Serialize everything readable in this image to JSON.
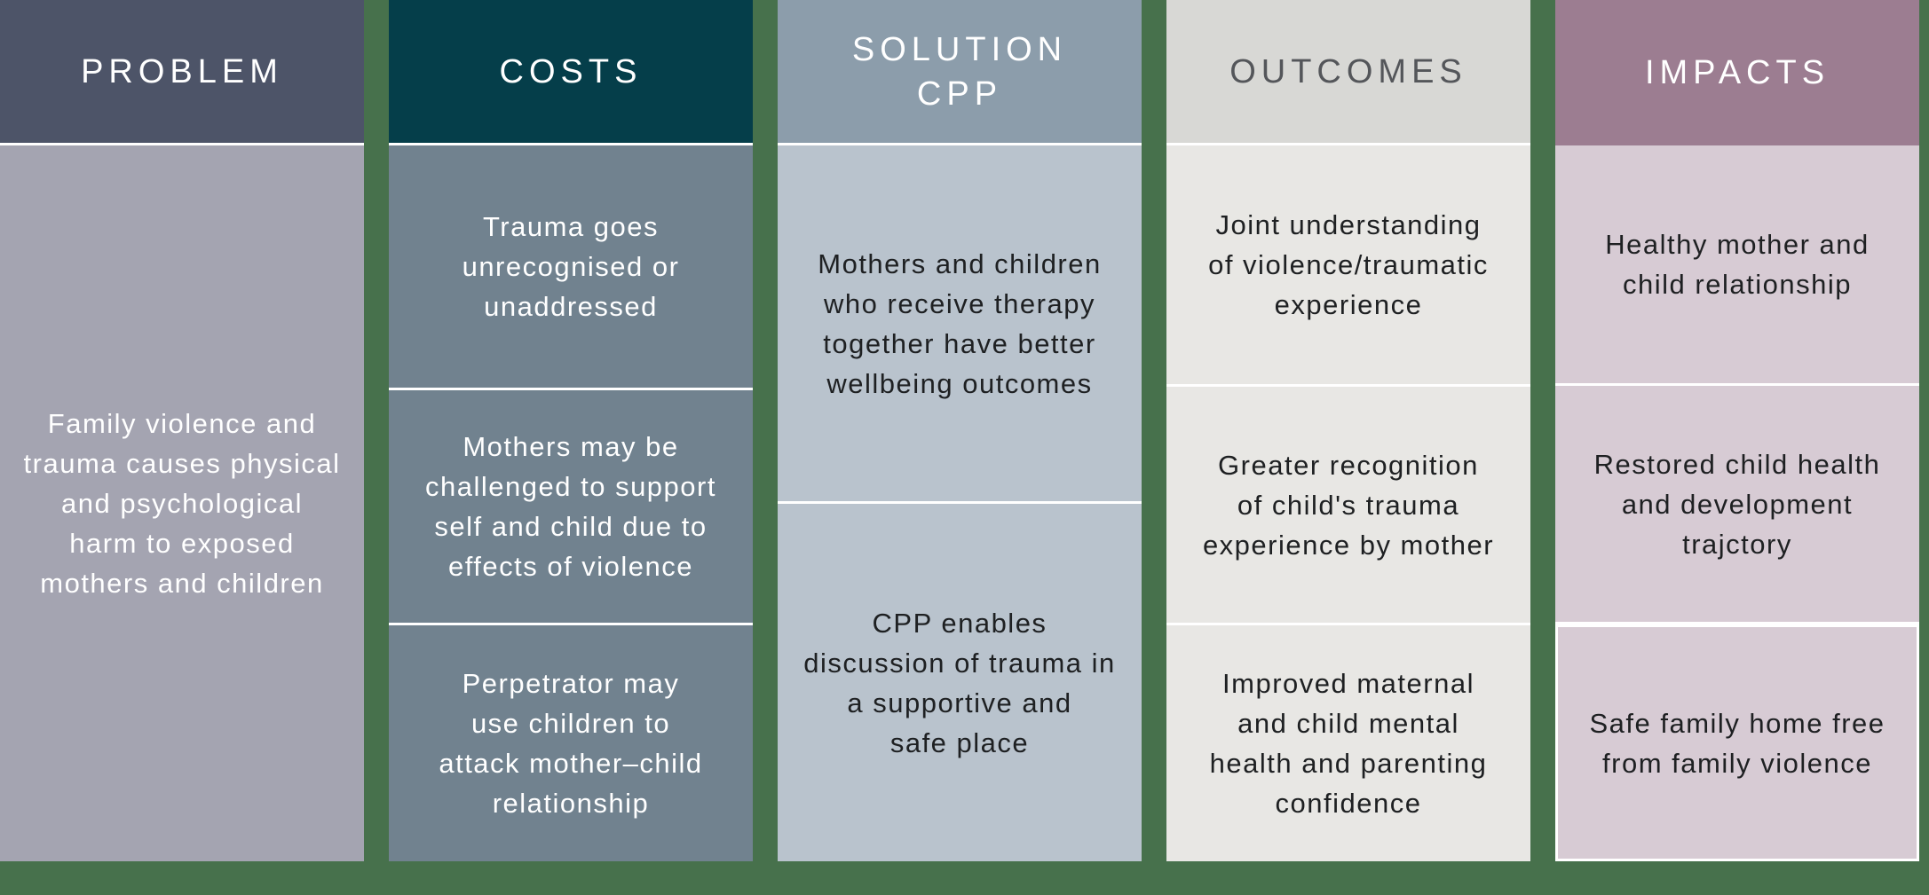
{
  "diagram": {
    "background_color": "#47714C",
    "divider_color": "#FFFFFF",
    "columns": [
      {
        "id": "problem",
        "header": {
          "label": "PROBLEM",
          "bg": "#4D5468",
          "text_color": "#FFFFFF"
        },
        "body": {
          "bg": "#A4A4B1",
          "text_color": "#FFFFFF"
        },
        "cells": [
          {
            "text": "Family violence and\ntrauma causes physical\nand psychological\nharm to exposed\nmothers and children"
          }
        ]
      },
      {
        "id": "costs",
        "header": {
          "label": "COSTS",
          "bg": "#053E4A",
          "text_color": "#FFFFFF"
        },
        "body": {
          "bg": "#71828F",
          "text_color": "#FFFFFF"
        },
        "cells": [
          {
            "text": "Trauma goes\nunrecognised or\nunaddressed"
          },
          {
            "text": "Mothers may be\nchallenged to support\nself and child due to\neffects of violence"
          },
          {
            "text": "Perpetrator may\nuse children to\nattack mother–child\nrelationship"
          }
        ]
      },
      {
        "id": "solution",
        "header": {
          "label": "SOLUTION\nCPP",
          "bg": "#8C9DAB",
          "text_color": "#FFFFFF"
        },
        "body": {
          "bg": "#B9C3CD",
          "text_color": "#1E2022"
        },
        "cells": [
          {
            "text": "Mothers and children\nwho receive therapy\ntogether have better\nwellbeing outcomes"
          },
          {
            "text": "CPP enables\ndiscussion of trauma in\na supportive and\nsafe place"
          }
        ]
      },
      {
        "id": "outcomes",
        "header": {
          "label": "OUTCOMES",
          "bg": "#D8D8D5",
          "text_color": "#54565A"
        },
        "body": {
          "bg": "#E8E7E4",
          "text_color": "#1E2022"
        },
        "cells": [
          {
            "text": "Joint understanding\nof violence/traumatic\nexperience"
          },
          {
            "text": "Greater recognition\nof child's trauma\nexperience by mother"
          },
          {
            "text": "Improved maternal\nand child mental\nhealth and parenting\nconfidence"
          }
        ]
      },
      {
        "id": "impacts",
        "header": {
          "label": "IMPACTS",
          "bg": "#9C7D91",
          "text_color": "#FFFFFF"
        },
        "body": {
          "bg": "#D7CBD4",
          "text_color": "#1E2022"
        },
        "cells": [
          {
            "text": "Healthy mother and\nchild relationship"
          },
          {
            "text": "Restored child health\nand development\ntrajctory"
          },
          {
            "text": "Safe family home free\nfrom family violence"
          }
        ]
      }
    ]
  }
}
